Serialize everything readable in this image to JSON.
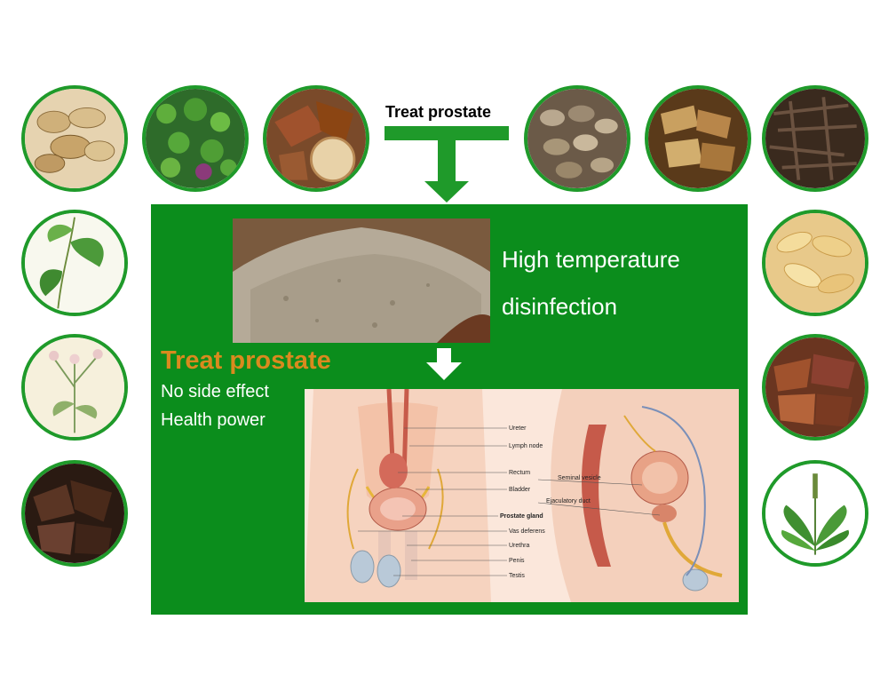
{
  "header": {
    "title": "Treat prostate"
  },
  "process": {
    "line1": "High temperature",
    "line2": "disinfection"
  },
  "benefits": {
    "title": "Treat prostate",
    "line1": "No side effect",
    "line2": "Health power"
  },
  "anatomy_labels": {
    "ureter": "Ureter",
    "lymph_node": "Lymph node",
    "rectum": "Rectum",
    "bladder": "Bladder",
    "prostate_gland": "Prostate gland",
    "vas_deferens": "Vas deferens",
    "urethra": "Urethra",
    "penis": "Penis",
    "testis": "Testis",
    "seminal_vesicle": "Seminal vesicle",
    "ejaculatory_duct": "Ejaculatory duct"
  },
  "colors": {
    "green": "#1f9a2a",
    "panel_green": "#0b8d1c",
    "orange": "#d98a1e"
  }
}
